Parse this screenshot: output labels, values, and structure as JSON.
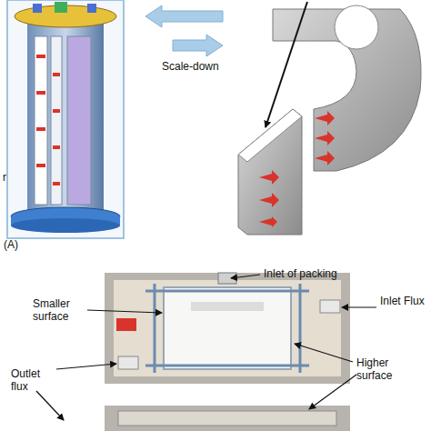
{
  "diagram": {
    "labels": [
      "Scale-down",
      "(A)",
      "r",
      "Inlet of packing",
      "Smaller surface",
      "Inlet Flux",
      "Higher surface",
      "Outlet flux"
    ]
  }
}
